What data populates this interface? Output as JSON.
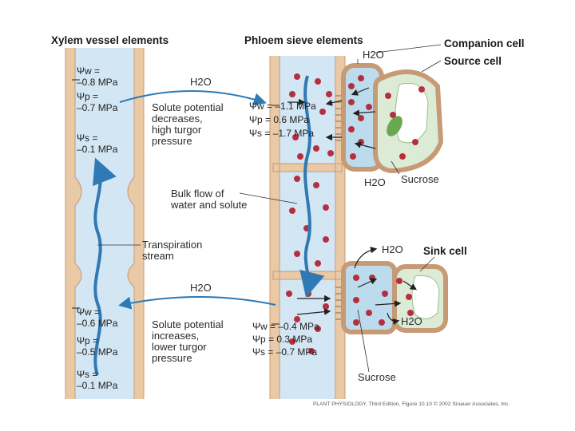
{
  "headers": {
    "xylem": "Xylem vessel elements",
    "phloem": "Phloem sieve elements",
    "companion": "Companion cell",
    "source": "Source cell",
    "sink": "Sink cell"
  },
  "xylem_top": {
    "psi_w_sym": "Ψw =",
    "psi_w_val": "–0.8 MPa",
    "psi_p_sym": "Ψp =",
    "psi_p_val": "–0.7 MPa",
    "psi_s_sym": "Ψs =",
    "psi_s_val": "–0.1 MPa"
  },
  "xylem_bottom": {
    "psi_w_sym": "Ψw =",
    "psi_w_val": "–0.6 MPa",
    "psi_p_sym": "Ψp =",
    "psi_p_val": "–0.5 MPa",
    "psi_s_sym": "Ψs =",
    "psi_s_val": "–0.1 MPa"
  },
  "phloem_top": {
    "psi_w": "Ψw = –1.1 MPa",
    "psi_p": "Ψp = 0.6 MPa",
    "psi_s": "Ψs = –1.7 MPa"
  },
  "phloem_bottom": {
    "psi_w": "Ψw = –0.4 MPa",
    "psi_p": "Ψp = 0.3 MPa",
    "psi_s": "Ψs = –0.7 MPa"
  },
  "annotations": {
    "h2o_top": "H2O",
    "h2o_bottom": "H2O",
    "h2o_companion": "H2O",
    "h2o_source": "H2O",
    "h2o_sink_top": "H2O",
    "h2o_sink_right": "H2O",
    "solute_top": "Solute potential\ndecreases,\nhigh turgor\npressure",
    "solute_bottom": "Solute potential\nincreases,\nlower turgor\npressure",
    "bulk_flow": "Bulk flow of\nwater and solute",
    "transpiration": "Transpiration\nstream",
    "sucrose_top": "Sucrose",
    "sucrose_bottom": "Sucrose"
  },
  "credit": "PLANT PHYSIOLOGY, Third Edition, Figure 10.10 © 2002 Sinauer Associates, Inc.",
  "colors": {
    "wall": "#e9c9a6",
    "wall_edge": "#c79a76",
    "fluid": "#cfe4f2",
    "cell_fluid": "#bcdcee",
    "source_cell": "#dcebd6",
    "sugar": "#b5303e",
    "arrow": "#2f79b5",
    "chloroplast": "#6aa84f"
  },
  "icons": [
    "sucrose-dot",
    "water-flow-arrow",
    "chloroplast",
    "vacuole"
  ]
}
